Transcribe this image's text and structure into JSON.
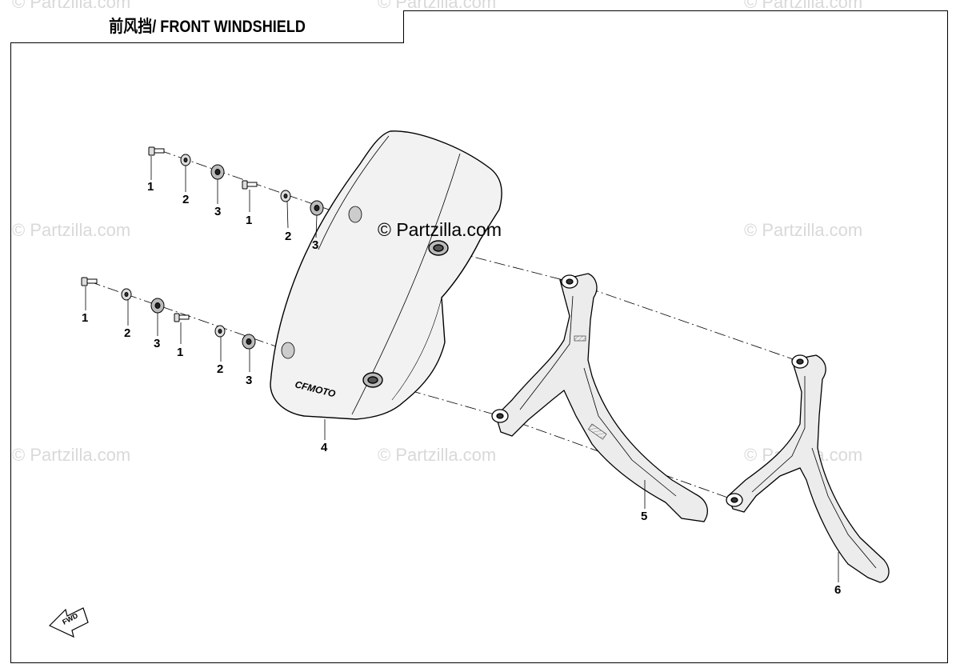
{
  "title": "前风挡/ FRONT WINDSHIELD",
  "watermark": "© Partzilla.com",
  "watermark_center": "© Partzilla.com",
  "brand_mark": "CFMOTO",
  "fwd_label": "FWD",
  "callouts": {
    "c1a": "1",
    "c2a": "2",
    "c3a": "3",
    "c1b": "1",
    "c2b": "2",
    "c3b": "3",
    "c1c": "1",
    "c2c": "2",
    "c3c": "3",
    "c1d": "1",
    "c2d": "2",
    "c3d": "3",
    "c4": "4",
    "c5": "5",
    "c6": "6"
  }
}
